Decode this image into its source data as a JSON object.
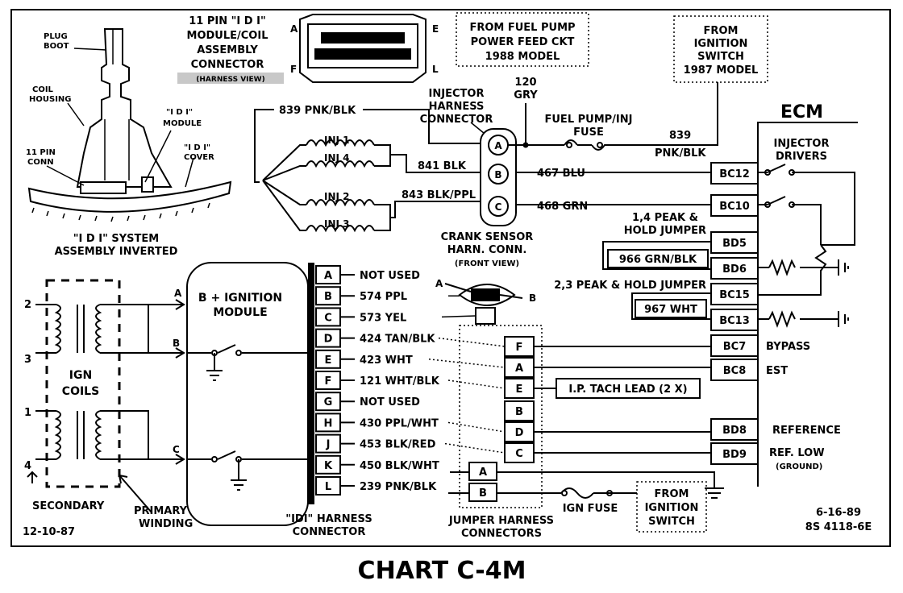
{
  "title": "CHART C-4M",
  "dates": {
    "left": "12-10-87",
    "right_date": "6-16-89",
    "right_code": "8S 4118-6E"
  },
  "coil_drawing": {
    "plug_boot": [
      "PLUG",
      "BOOT"
    ],
    "coil_housing": [
      "COIL",
      "HOUSING"
    ],
    "pin_conn": [
      "11 PIN",
      "CONN"
    ],
    "idi_module": [
      "\"I D I\"",
      "MODULE"
    ],
    "idi_cover": [
      "\"I D I\"",
      "COVER"
    ],
    "caption": [
      "\"I D I\" SYSTEM",
      "ASSEMBLY INVERTED"
    ]
  },
  "connector_11pin": {
    "title": [
      "11 PIN \"I D I\"",
      "MODULE/COIL",
      "ASSEMBLY",
      "CONNECTOR"
    ],
    "subtitle": "(HARNESS VIEW)",
    "corners": {
      "a": "A",
      "e": "E",
      "f": "F",
      "l": "L"
    }
  },
  "fuel_pump_box": [
    "FROM FUEL PUMP",
    "POWER FEED CKT",
    "1988 MODEL"
  ],
  "ignition_switch_1987": [
    "FROM",
    "IGNITION",
    "SWITCH",
    "1987 MODEL"
  ],
  "ecm": {
    "label": "ECM",
    "injector_drivers": [
      "INJECTOR",
      "DRIVERS"
    ],
    "pins_left": [
      "BC12",
      "BC10",
      "BD5",
      "BD6",
      "BC15",
      "BC13",
      "BC7",
      "BC8",
      "BD8",
      "BD9"
    ],
    "jumper_14": [
      "1,4 PEAK &",
      "HOLD JUMPER"
    ],
    "jumper_23": "2,3 PEAK & HOLD JUMPER",
    "wire_966": "966 GRN/BLK",
    "wire_967": "967 WHT",
    "bypass": "BYPASS",
    "est": "EST",
    "reference": "REFERENCE",
    "ref_low": "REF. LOW",
    "ground": "(GROUND)"
  },
  "injector_section": {
    "wire_839_top": "839 PNK/BLK",
    "harness_connector": [
      "INJECTOR",
      "HARNESS",
      "CONNECTOR"
    ],
    "wire_120": [
      "120",
      "GRY"
    ],
    "fuse": [
      "FUEL PUMP/INJ",
      "FUSE"
    ],
    "wire_839_right": [
      "839",
      "PNK/BLK"
    ],
    "injectors": [
      "INJ 1",
      "INJ 4",
      "INJ 2",
      "INJ 3"
    ],
    "wire_841": "841 BLK",
    "wire_843": "843 BLK/PPL",
    "pins": [
      "A",
      "B",
      "C"
    ],
    "wire_467": "467 BLU",
    "wire_468": "468 GRN",
    "crank_sensor": [
      "CRANK SENSOR",
      "HARN. CONN."
    ],
    "front_view": "(FRONT VIEW)"
  },
  "ignition_section": {
    "coil_numbers": [
      "2",
      "3",
      "1",
      "4"
    ],
    "ign_coils": [
      "IGN",
      "COILS"
    ],
    "secondary": "SECONDARY",
    "primary": [
      "PRIMARY",
      "WINDING"
    ],
    "module_title": [
      "B + IGNITION",
      "MODULE"
    ],
    "abc": [
      "A",
      "B",
      "C"
    ],
    "harness_pins": [
      "A",
      "B",
      "C",
      "D",
      "E",
      "F",
      "G",
      "H",
      "J",
      "K",
      "L"
    ],
    "harness_wires": [
      "NOT USED",
      "574 PPL",
      "573 YEL",
      "424 TAN/BLK",
      "423 WHT",
      "121 WHT/BLK",
      "NOT USED",
      "430 PPL/WHT",
      "453 BLK/RED",
      "450 BLK/WHT",
      "239  PNK/BLK"
    ],
    "harness_caption": [
      "\"IDI\" HARNESS",
      "CONNECTOR"
    ],
    "sensor_a": "A",
    "sensor_b": "B",
    "jumper_pins": [
      "F",
      "A",
      "E",
      "B",
      "D",
      "C"
    ],
    "jumper_pins_lower": [
      "A",
      "B"
    ],
    "jumper_caption": [
      "JUMPER HARNESS",
      "CONNECTORS"
    ],
    "tach": "I.P. TACH LEAD  (2 X)",
    "ign_fuse": "IGN FUSE",
    "from_ign_switch": [
      "FROM",
      "IGNITION",
      "SWITCH"
    ]
  }
}
